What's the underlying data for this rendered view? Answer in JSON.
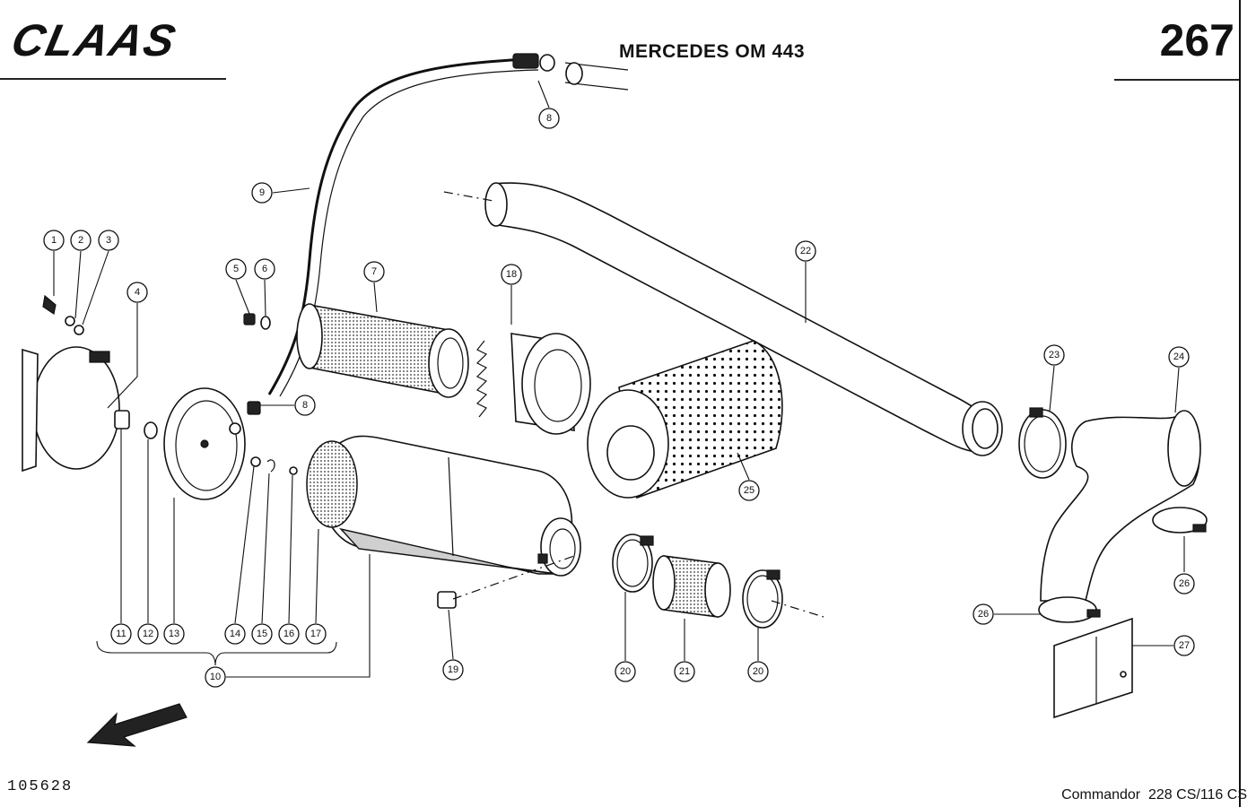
{
  "brand": "CLAAS",
  "title": "MERCEDES OM 443",
  "page_number": "267",
  "image_number": "105628",
  "model": "Commandor  228 CS/116 CS",
  "callouts": [
    "1",
    "2",
    "3",
    "4",
    "5",
    "6",
    "7",
    "8",
    "8",
    "9",
    "10",
    "11",
    "12",
    "13",
    "14",
    "15",
    "16",
    "17",
    "18",
    "19",
    "20",
    "20",
    "21",
    "22",
    "23",
    "24",
    "25",
    "26",
    "26",
    "27"
  ]
}
